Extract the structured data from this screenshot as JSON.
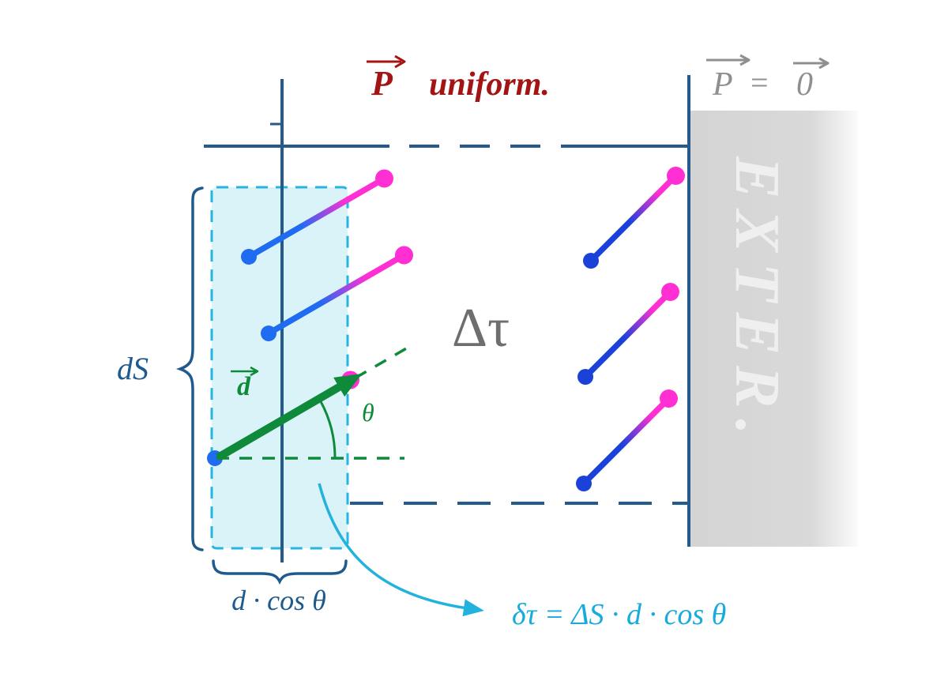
{
  "labels": {
    "p_uniform_p": "P",
    "p_uniform_rest": "uniform.",
    "p_zero_p": "P",
    "p_zero_eq": "=",
    "p_zero_zero": "0",
    "exter": "EXTER.",
    "delta_tau": "Δτ",
    "ds": "dS",
    "d_vector": "d",
    "theta": "θ",
    "d_cos_theta": "d · cos θ",
    "formula": "δτ = ΔS · d · cos θ"
  },
  "colors": {
    "navy": "#255a8c",
    "cyan": "#22b2dd",
    "cyan_fill": "#aee4f2",
    "green": "#0f8a3a",
    "dark_red": "#a31515",
    "gray_text": "#8f8f8f",
    "gray_block": "#d7d7d7",
    "blue_dipole_left": "#1f6bf2",
    "blue_dipole_right": "#1a41d8",
    "magenta_dipole": "#ff2fd4",
    "delta_tau_gray": "#6e6e6e"
  }
}
